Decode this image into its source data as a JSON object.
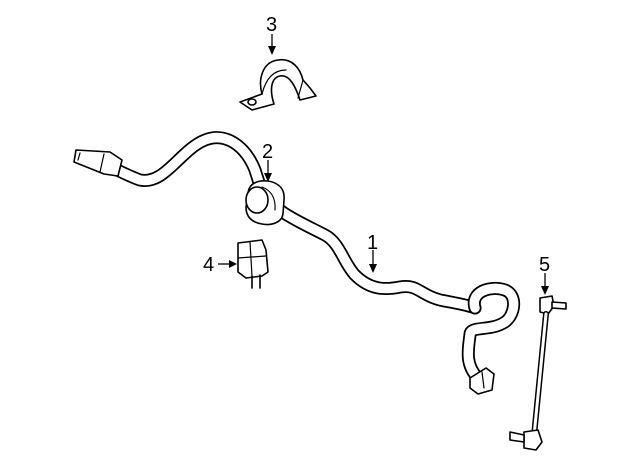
{
  "callouts": [
    {
      "id": "1",
      "label": "1"
    },
    {
      "id": "2",
      "label": "2"
    },
    {
      "id": "3",
      "label": "3"
    },
    {
      "id": "4",
      "label": "4"
    },
    {
      "id": "5",
      "label": "5"
    }
  ],
  "colors": {
    "background": "#ffffff",
    "line": "#000000"
  }
}
